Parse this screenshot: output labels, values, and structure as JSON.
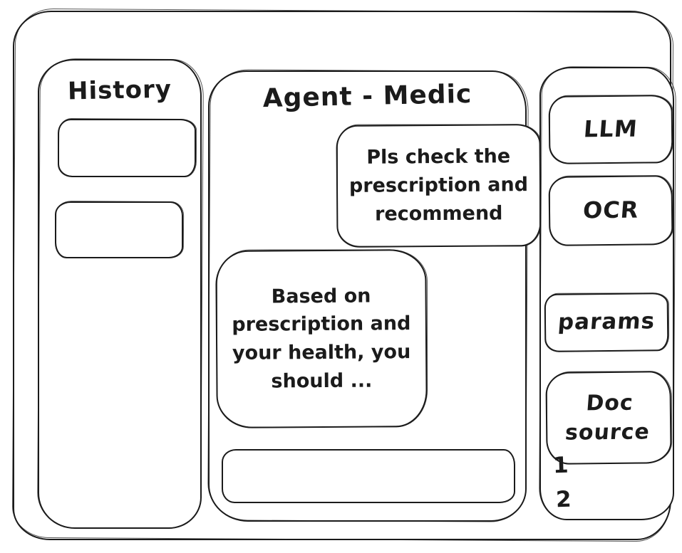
{
  "window": {
    "background": "#ffffff",
    "stroke": "#1b1b1b"
  },
  "history_panel": {
    "title": "History",
    "items": [
      {
        "label": ""
      },
      {
        "label": ""
      }
    ]
  },
  "chat_panel": {
    "title": "Agent - Medic",
    "messages": [
      {
        "role": "user",
        "text": "Pls check the prescription and recommend"
      },
      {
        "role": "assistant",
        "text": "Based on prescription and your health, you should ..."
      }
    ],
    "input": {
      "value": "",
      "placeholder": ""
    }
  },
  "tools_panel": {
    "buttons": [
      {
        "id": "llm",
        "label": "LLM"
      },
      {
        "id": "ocr",
        "label": "OCR"
      },
      {
        "id": "params",
        "label": "params"
      },
      {
        "id": "doc-source",
        "label": "Doc source"
      }
    ],
    "doc_sources": [
      "1",
      "2"
    ]
  }
}
